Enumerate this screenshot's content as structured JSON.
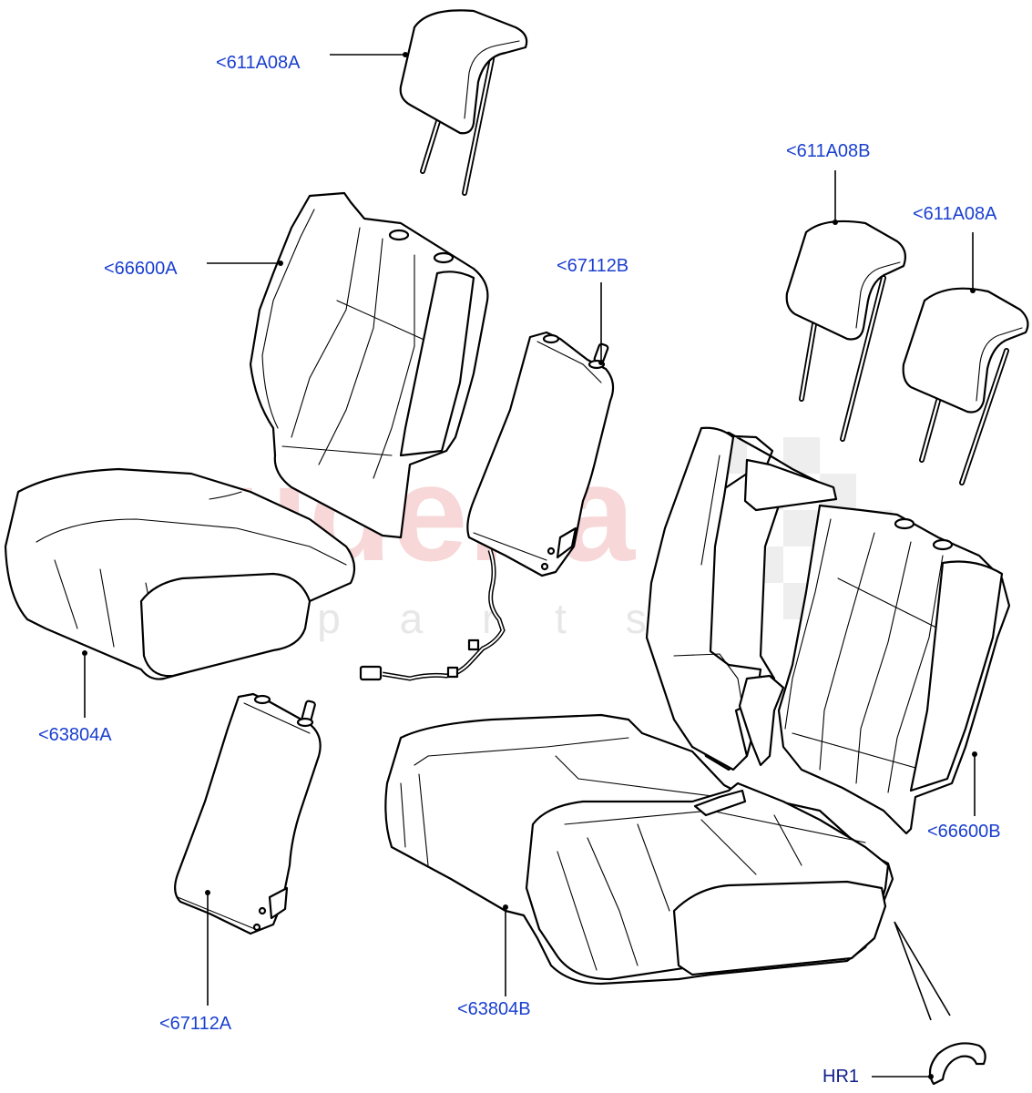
{
  "watermark": {
    "brand": "scuderia",
    "tagline": "c a r   p a r t s"
  },
  "callouts": {
    "headrest_top": "<611A08A",
    "headrest_right_b": "<611A08B",
    "headrest_right_a": "<611A08A",
    "backrest_left": "<66600A",
    "bolster_upper": "<67112B",
    "cushion_left": "<63804A",
    "bolster_lower": "<67112A",
    "cushion_right": "<63804B",
    "backrest_right": "<66600B",
    "ring": "HR1"
  },
  "colors": {
    "callout_text": "#1a3fd0",
    "watermark": "#f2b8b8",
    "line_art": "#000000"
  }
}
